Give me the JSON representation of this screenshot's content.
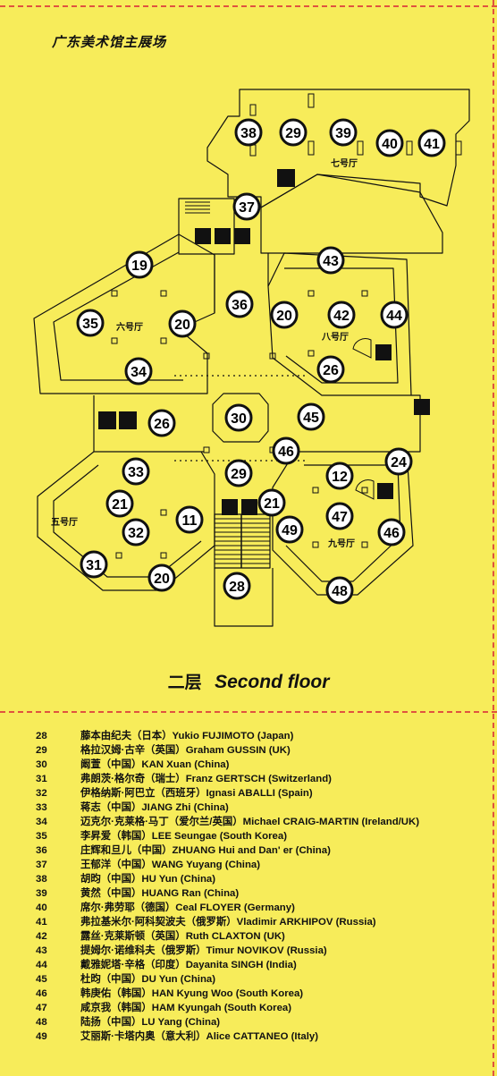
{
  "venue_title": "广东美术馆主展场",
  "floor_title": {
    "zh": "二层",
    "en": "Second floor"
  },
  "halls": {
    "hall6": "六号厅",
    "hall5": "五号厅",
    "hall7": "七号厅",
    "hall8": "八号厅",
    "hall9": "九号厅"
  },
  "colors": {
    "background": "#f7ec5a",
    "dash": "#e0533f",
    "ink": "#111111"
  },
  "markers": [
    {
      "n": "38"
    },
    {
      "n": "29"
    },
    {
      "n": "39"
    },
    {
      "n": "40"
    },
    {
      "n": "41"
    },
    {
      "n": "37"
    },
    {
      "n": "19"
    },
    {
      "n": "35"
    },
    {
      "n": "20"
    },
    {
      "n": "34"
    },
    {
      "n": "36"
    },
    {
      "n": "43"
    },
    {
      "n": "20"
    },
    {
      "n": "42"
    },
    {
      "n": "44"
    },
    {
      "n": "26"
    },
    {
      "n": "26"
    },
    {
      "n": "30"
    },
    {
      "n": "45"
    },
    {
      "n": "46"
    },
    {
      "n": "33"
    },
    {
      "n": "21"
    },
    {
      "n": "32"
    },
    {
      "n": "11"
    },
    {
      "n": "31"
    },
    {
      "n": "20"
    },
    {
      "n": "29"
    },
    {
      "n": "21"
    },
    {
      "n": "28"
    },
    {
      "n": "24"
    },
    {
      "n": "12"
    },
    {
      "n": "47"
    },
    {
      "n": "49"
    },
    {
      "n": "46"
    },
    {
      "n": "48"
    }
  ],
  "icons": [
    {
      "name": "seating-icon"
    },
    {
      "name": "elevator-icon"
    },
    {
      "name": "restroom-icon"
    },
    {
      "name": "stairs-icon"
    },
    {
      "name": "trash-icon"
    },
    {
      "name": "info-desk-icon"
    }
  ],
  "artists": [
    {
      "num": "28",
      "name": "藤本由纪夫（日本）Yukio FUJIMOTO (Japan)"
    },
    {
      "num": "29",
      "name": "格拉汉姆·古辛（英国）Graham GUSSIN (UK)"
    },
    {
      "num": "30",
      "name": "阚萱（中国）KAN Xuan (China)"
    },
    {
      "num": "31",
      "name": "弗朗茨·格尔奇（瑞士）Franz GERTSCH (Switzerland)"
    },
    {
      "num": "32",
      "name": "伊格纳斯·阿巴立（西班牙）Ignasi ABALLI (Spain)"
    },
    {
      "num": "33",
      "name": "蒋志（中国）JIANG Zhi (China)"
    },
    {
      "num": "34",
      "name": "迈克尔·克莱格·马丁（爱尔兰/英国）Michael CRAIG-MARTIN (Ireland/UK)"
    },
    {
      "num": "35",
      "name": "李昇爱（韩国）LEE Seungae (South Korea)"
    },
    {
      "num": "36",
      "name": "庄辉和旦儿（中国）ZHUANG Hui and Dan' er (China)"
    },
    {
      "num": "37",
      "name": "王郁洋（中国）WANG Yuyang (China)"
    },
    {
      "num": "38",
      "name": "胡昀（中国）HU Yun (China)"
    },
    {
      "num": "39",
      "name": "黄然（中国）HUANG Ran (China)"
    },
    {
      "num": "40",
      "name": "席尔·弗劳耶（德国）Ceal FLOYER (Germany)"
    },
    {
      "num": "41",
      "name": "弗拉基米尔·阿科契波夫（俄罗斯）Vladimir ARKHIPOV (Russia)"
    },
    {
      "num": "42",
      "name": "露丝·克莱斯顿（英国）Ruth CLAXTON (UK)"
    },
    {
      "num": "43",
      "name": "提姆尔·诺维科夫（俄罗斯）Timur NOVIKOV (Russia)"
    },
    {
      "num": "44",
      "name": "戴雅妮塔·辛格（印度）Dayanita SINGH (India)"
    },
    {
      "num": "45",
      "name": "杜昀（中国）DU Yun (China)"
    },
    {
      "num": "46",
      "name": "韩庚佑（韩国）HAN Kyung Woo (South Korea)"
    },
    {
      "num": "47",
      "name": "咸京我（韩国）HAM Kyungah (South Korea)"
    },
    {
      "num": "48",
      "name": "陆扬（中国）LU Yang (China)"
    },
    {
      "num": "49",
      "name": "艾丽斯·卡塔内奥（意大利）Alice CATTANEO (Italy)"
    }
  ]
}
